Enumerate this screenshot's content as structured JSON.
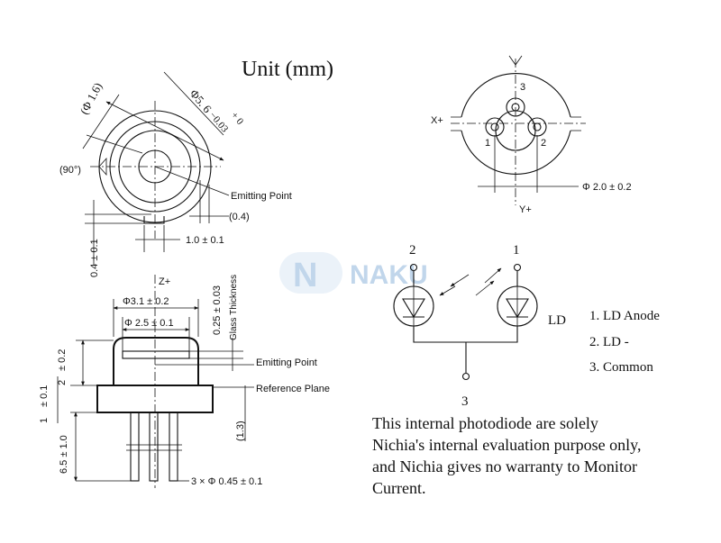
{
  "unit_title": "Unit (mm)",
  "top_view": {
    "dia_1_6": "(Φ 1.6)",
    "dia_5_6": "Φ5. 6",
    "tol_plus": "+ 0",
    "tol_minus": "−0.03",
    "angle_90": "(90°)",
    "emitting_point": "Emitting Point",
    "dim_0_4_paren": "(0.4)",
    "dim_1_0": "1.0 ± 0.1",
    "dim_0_4": "0.4 ± 0.1"
  },
  "pin_view": {
    "x_axis": "X+",
    "y_axis": "Y+",
    "pin1": "1",
    "pin2": "2",
    "pin3": "3",
    "pin_circle_dia": "Φ 2.0 ± 0.2"
  },
  "side_view": {
    "z_axis": "Z+",
    "dia_3_1": "Φ3.1 ± 0.2",
    "dia_2_5": "Φ 2.5  ± 0.1",
    "glass_dim": "0.25 ± 0.03",
    "glass_label": "Glass Thickness",
    "emitting_point": "Emitting Point",
    "reference_plane": "Reference Plane",
    "dim_1_3": "(1.3)",
    "dim_0_2": "± 0.2",
    "dim_2": "2",
    "dim_0_1": "± 0.1",
    "dim_1": "1",
    "dim_6_5": "6.5 ± 1.0",
    "lead_dia": "3 × Φ 0.45 ± 0.1"
  },
  "schematic": {
    "pin2_label": "2",
    "pin1_label": "1",
    "pin3_label": "3",
    "ld_label": "LD",
    "legend": [
      "1. LD Anode",
      "2. LD -",
      "3. Common"
    ]
  },
  "watermark": "NAKU",
  "note_lines": [
    "This internal photodiode are solely",
    "Nichia's internal evaluation purpose only,",
    "and Nichia gives no warranty to Monitor",
    "Current."
  ]
}
